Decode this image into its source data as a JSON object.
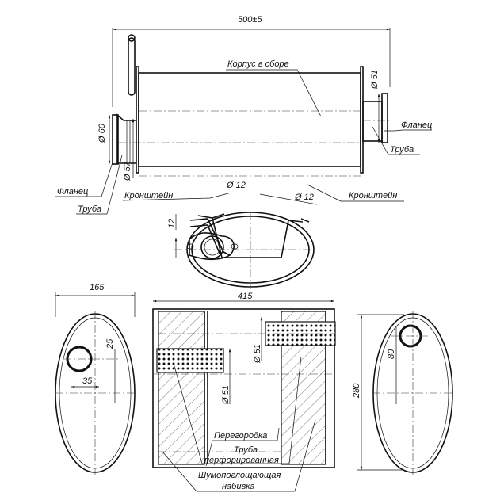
{
  "top_view": {
    "overall_length": "500±5",
    "body_label": "Корпус в сборе",
    "left_flange_label": "Фланец",
    "left_pipe_label": "Труба",
    "right_flange_label": "Фланец",
    "right_pipe_label": "Труба",
    "dia_60": "Ø 60",
    "dia_57": "Ø 57",
    "dia_51": "Ø 51"
  },
  "end_view": {
    "bracket_left_label": "Кронштейн",
    "bracket_right_label": "Кронштейн",
    "dia_12_left": "Ø 12",
    "dia_12_right": "Ø 12",
    "dim_12": "12"
  },
  "left_view": {
    "width": "165",
    "offset_y": "25",
    "offset_x": "35"
  },
  "section_view": {
    "length": "415",
    "dia_51_top": "Ø 51",
    "dia_51_bottom": "Ø 51",
    "partition_label": "Перегородка",
    "perforated_pipe_label_1": "Труба",
    "perforated_pipe_label_2": "перфорированная",
    "packing_label_1": "Шумопоглощающая",
    "packing_label_2": "набивка"
  },
  "right_view": {
    "height": "280",
    "offset": "80"
  }
}
